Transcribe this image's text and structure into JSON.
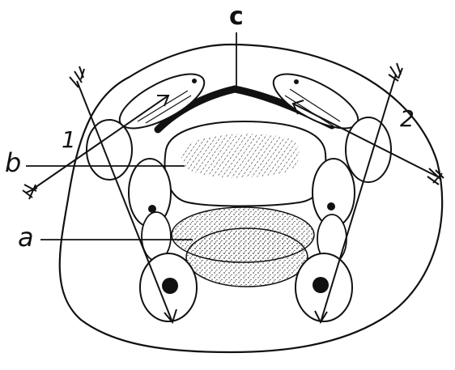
{
  "labels": {
    "a": "a",
    "b": "b",
    "c": "c",
    "one": "1",
    "two": "2"
  },
  "colors": {
    "ink": "#111111",
    "paper": "#ffffff"
  }
}
